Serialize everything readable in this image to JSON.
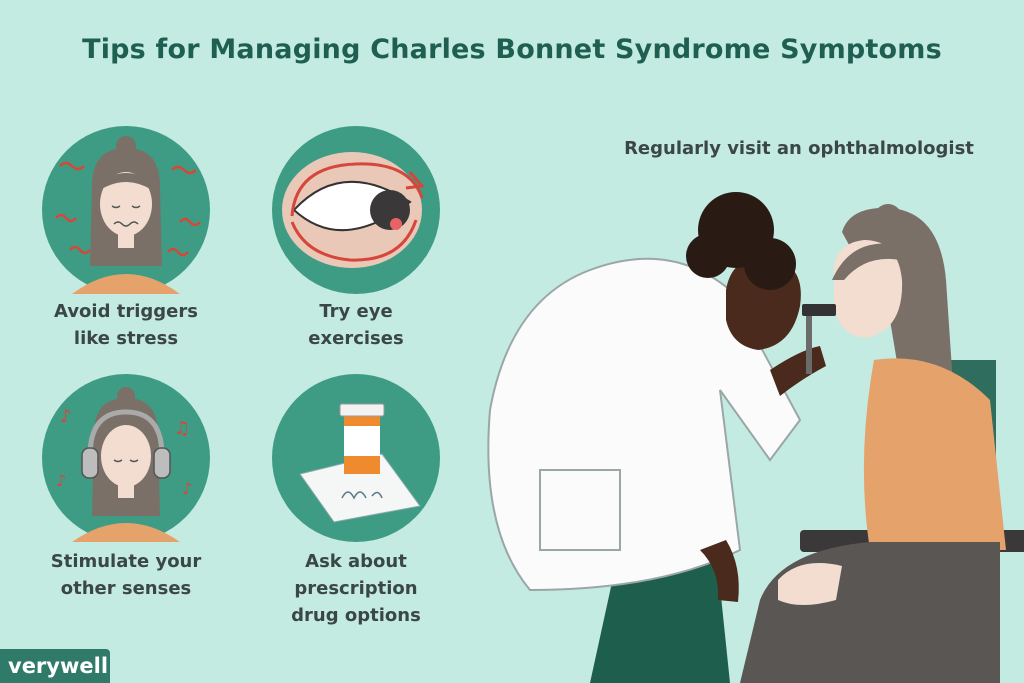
{
  "title": "Tips for Managing Charles Bonnet Syndrome Symptoms",
  "tips": [
    {
      "line1": "Avoid triggers",
      "line2": "like stress",
      "icon": "stressed-person-icon"
    },
    {
      "line1": "Try eye",
      "line2": "exercises",
      "icon": "eye-exercise-icon"
    },
    {
      "line1": "Stimulate your",
      "line2": "other senses",
      "icon": "headphones-music-icon"
    },
    {
      "line1": "Ask about",
      "line2": "prescription",
      "line3": "drug options",
      "icon": "prescription-bottle-icon"
    }
  ],
  "right_caption": "Regularly visit an ophthalmologist",
  "logo": {
    "part1": "very",
    "part2": "well"
  },
  "colors": {
    "background": "#c3ebe1",
    "circle": "#3f9c84",
    "title": "#1f5f52",
    "label": "#3b4746",
    "logo_bg": "#2f7a69"
  }
}
